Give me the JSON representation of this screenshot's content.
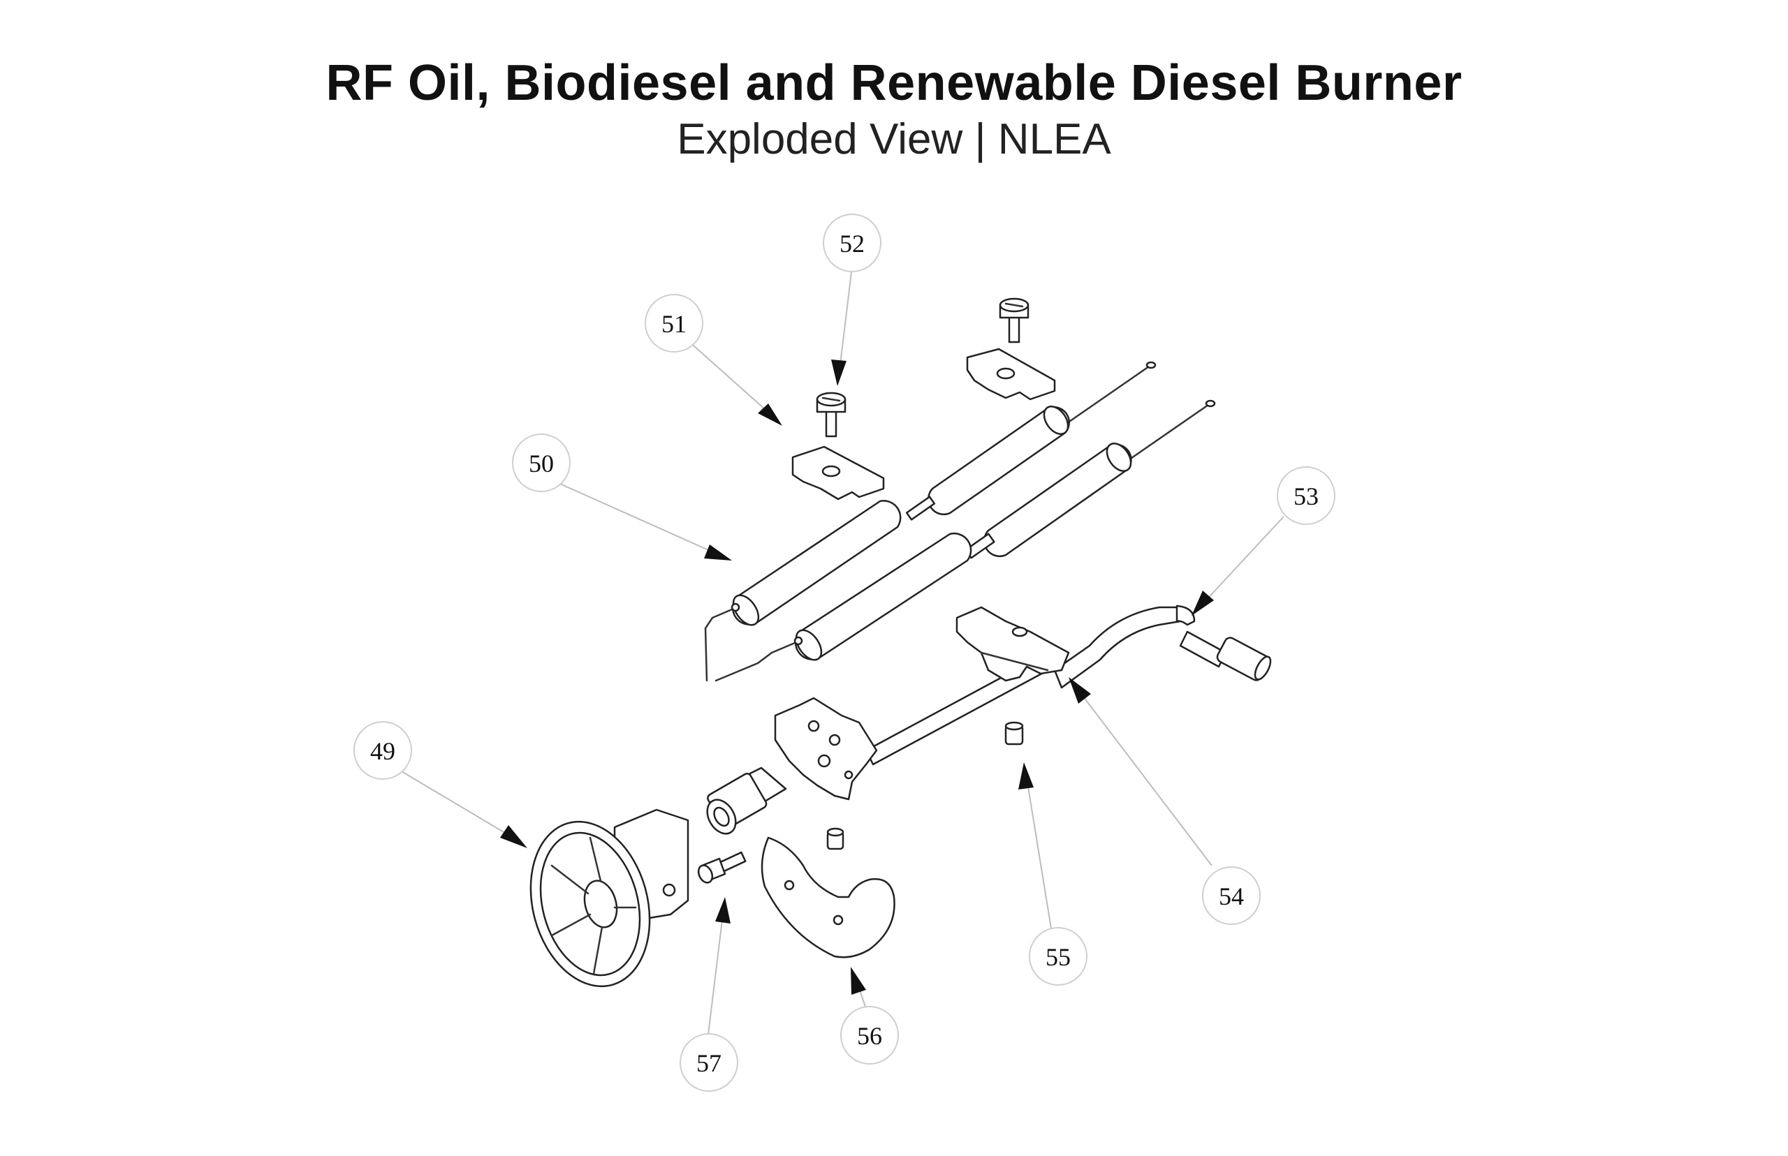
{
  "header": {
    "title": "RF Oil, Biodiesel and Renewable Diesel Burner",
    "subtitle": "Exploded View | NLEA"
  },
  "callouts": [
    {
      "id": "49",
      "label": "49"
    },
    {
      "id": "50",
      "label": "50"
    },
    {
      "id": "51",
      "label": "51"
    },
    {
      "id": "52",
      "label": "52"
    },
    {
      "id": "53",
      "label": "53"
    },
    {
      "id": "54",
      "label": "54"
    },
    {
      "id": "55",
      "label": "55"
    },
    {
      "id": "56",
      "label": "56"
    },
    {
      "id": "57",
      "label": "57"
    }
  ]
}
